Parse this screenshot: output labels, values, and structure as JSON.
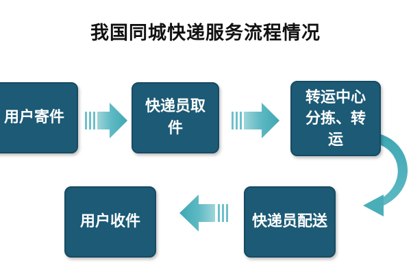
{
  "title": "我国同城快递服务流程情况",
  "steps": [
    {
      "label": "用户寄件"
    },
    {
      "label": "快递员取件"
    },
    {
      "label": "转运中心分拣、转运"
    },
    {
      "label": "快递员配送"
    },
    {
      "label": "用户收件"
    }
  ],
  "colors": {
    "box_fill": "#1c5a75",
    "box_border": "#174a62",
    "arrow_teal": "#4aaeb9",
    "title_text": "#111111"
  },
  "icons": [
    "arrow-right-icon",
    "arrow-left-icon",
    "curved-arrow-icon"
  ]
}
